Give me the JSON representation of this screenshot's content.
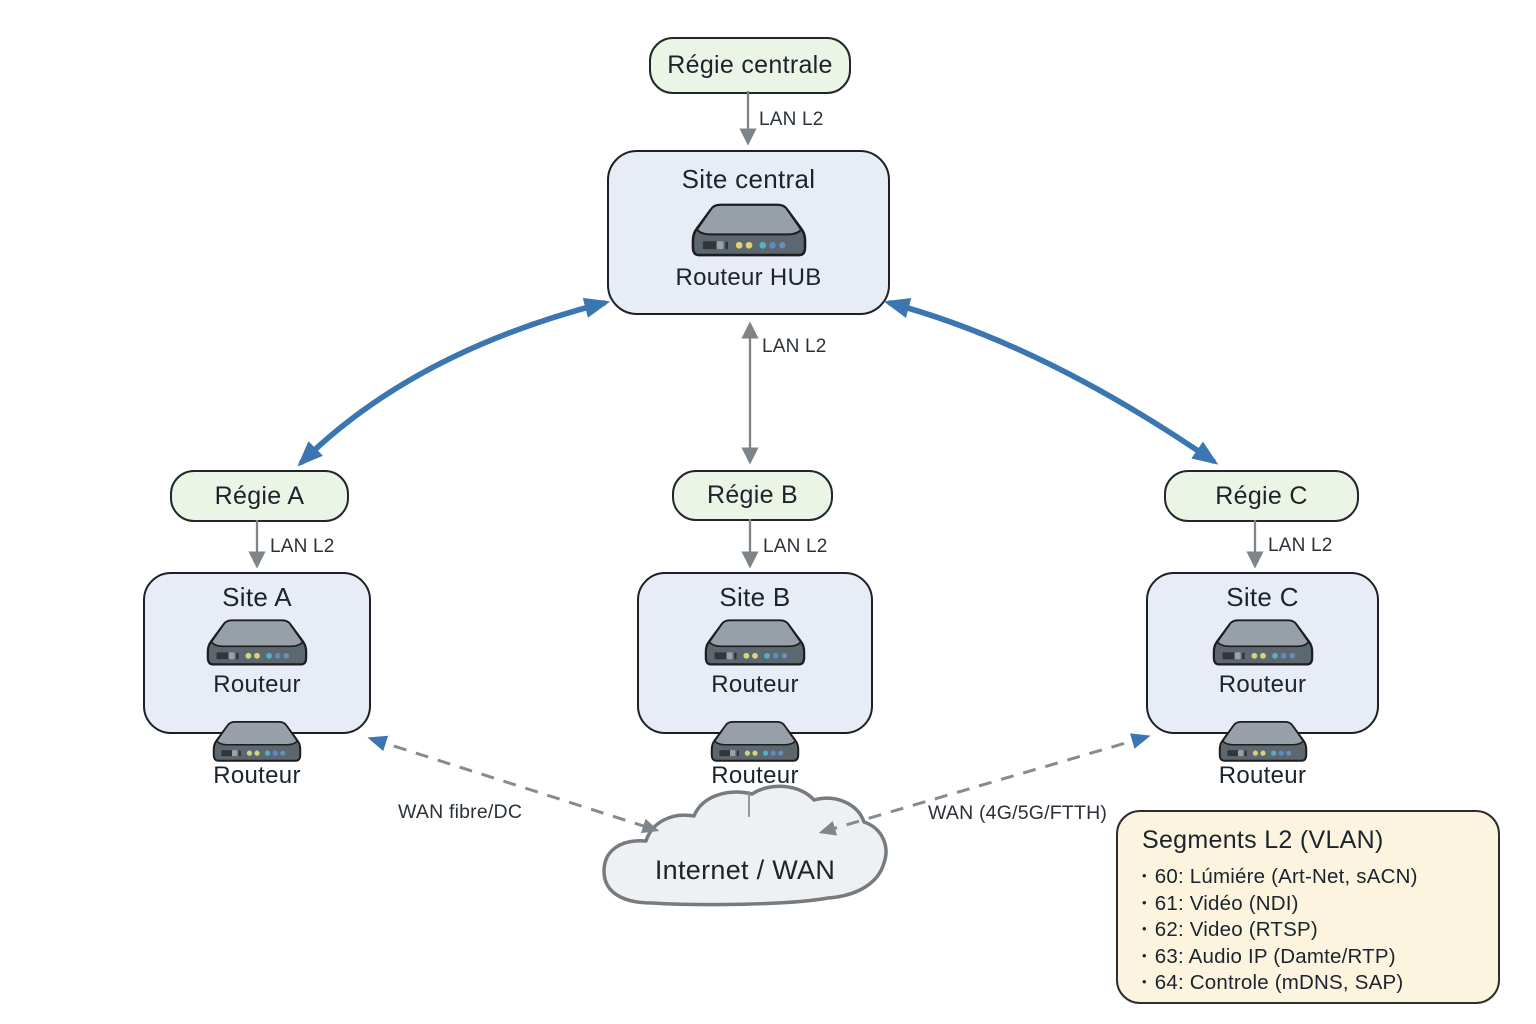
{
  "diagram": {
    "top": {
      "regie_label": "Régie centrale"
    },
    "hub": {
      "title": "Site central",
      "router_label": "Routeur HUB"
    },
    "links": {
      "lan": "LAN L2",
      "wan_left": "WAN fibre/DC",
      "wan_right": "WAN (4G/5G/FTTH)"
    },
    "regies": [
      {
        "label": "Régie A"
      },
      {
        "label": "Régie B"
      },
      {
        "label": "Régie C"
      }
    ],
    "sites": [
      {
        "title": "Site A",
        "router_label": "Routeur",
        "edge_router_label": "Routeur"
      },
      {
        "title": "Site B",
        "router_label": "Routeur",
        "edge_router_label": "Routeur"
      },
      {
        "title": "Site C",
        "router_label": "Routeur",
        "edge_router_label": "Routeur"
      }
    ],
    "cloud": {
      "label": "Internet / WAN"
    },
    "legend": {
      "title": "Segments L2 (VLAN)",
      "bullet": "•",
      "items": [
        "60: Lúmiére (Art-Net, sACN)",
        "61: Vidéo (NDI)",
        "62: Video (RTSP)",
        "63: Audio IP (Damte/RTP)",
        "64: Controle (mDNS, SAP)"
      ]
    },
    "colors": {
      "accent_blue": "#3b76b0",
      "line_gray": "#7f8488",
      "regie_fill": "#eaf5e5",
      "site_fill": "#e8ecf7",
      "legend_fill": "#fcf4df"
    }
  }
}
